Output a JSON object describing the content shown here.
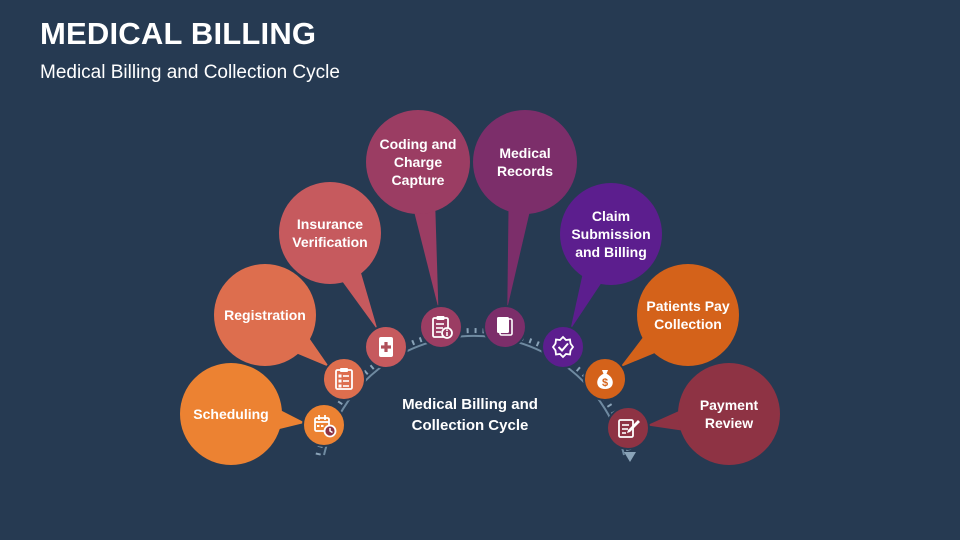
{
  "header": {
    "title": "MEDICAL BILLING",
    "subtitle": "Medical Billing and Collection Cycle"
  },
  "center_label": "Medical Billing and\nCollection Cycle",
  "steps": [
    {
      "label": "Scheduling",
      "color": "#ec8232",
      "icon": "calendar-clock-icon"
    },
    {
      "label": "Registration",
      "color": "#dd6e4e",
      "icon": "clipboard-checklist-icon"
    },
    {
      "label": "Insurance\nVerification",
      "color": "#c65a5e",
      "icon": "medical-card-icon"
    },
    {
      "label": "Coding and\nCharge\nCapture",
      "color": "#9b3d63",
      "icon": "clipboard-info-icon"
    },
    {
      "label": "Medical\nRecords",
      "color": "#7c2e6a",
      "icon": "documents-icon"
    },
    {
      "label": "Claim\nSubmission\nand Billing",
      "color": "#5c1e8e",
      "icon": "check-badge-icon"
    },
    {
      "label": "Patients Pay\nCollection",
      "color": "#d4621a",
      "icon": "money-bag-icon"
    },
    {
      "label": "Payment\nReview",
      "color": "#8e3344",
      "icon": "edit-document-icon"
    }
  ]
}
